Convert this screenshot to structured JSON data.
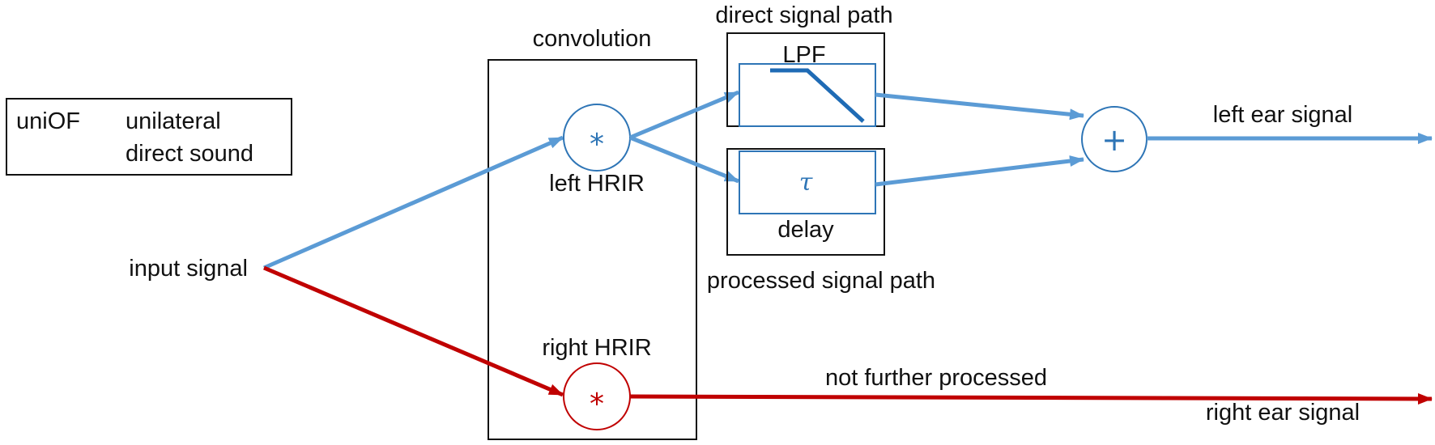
{
  "legend": {
    "abbreviation": "uniOF",
    "description_line1": "unilateral",
    "description_line2": "direct sound"
  },
  "labels": {
    "input": "input signal",
    "convolution": "convolution",
    "left_hrir": "left HRIR",
    "right_hrir": "right HRIR",
    "direct_path": "direct signal path",
    "processed_path": "processed signal path",
    "lpf": "LPF",
    "delay": "delay",
    "left_ear": "left ear signal",
    "right_ear": "right ear signal",
    "not_processed": "not further processed"
  },
  "symbols": {
    "convolution": "*",
    "sum": "+",
    "tau": "τ"
  },
  "colors": {
    "left_path": "#5b9bd5",
    "left_symbol": "#2e75b6",
    "lpf_curve": "#1f6bb5",
    "right_path": "#c00000",
    "box_stroke": "#111111"
  }
}
